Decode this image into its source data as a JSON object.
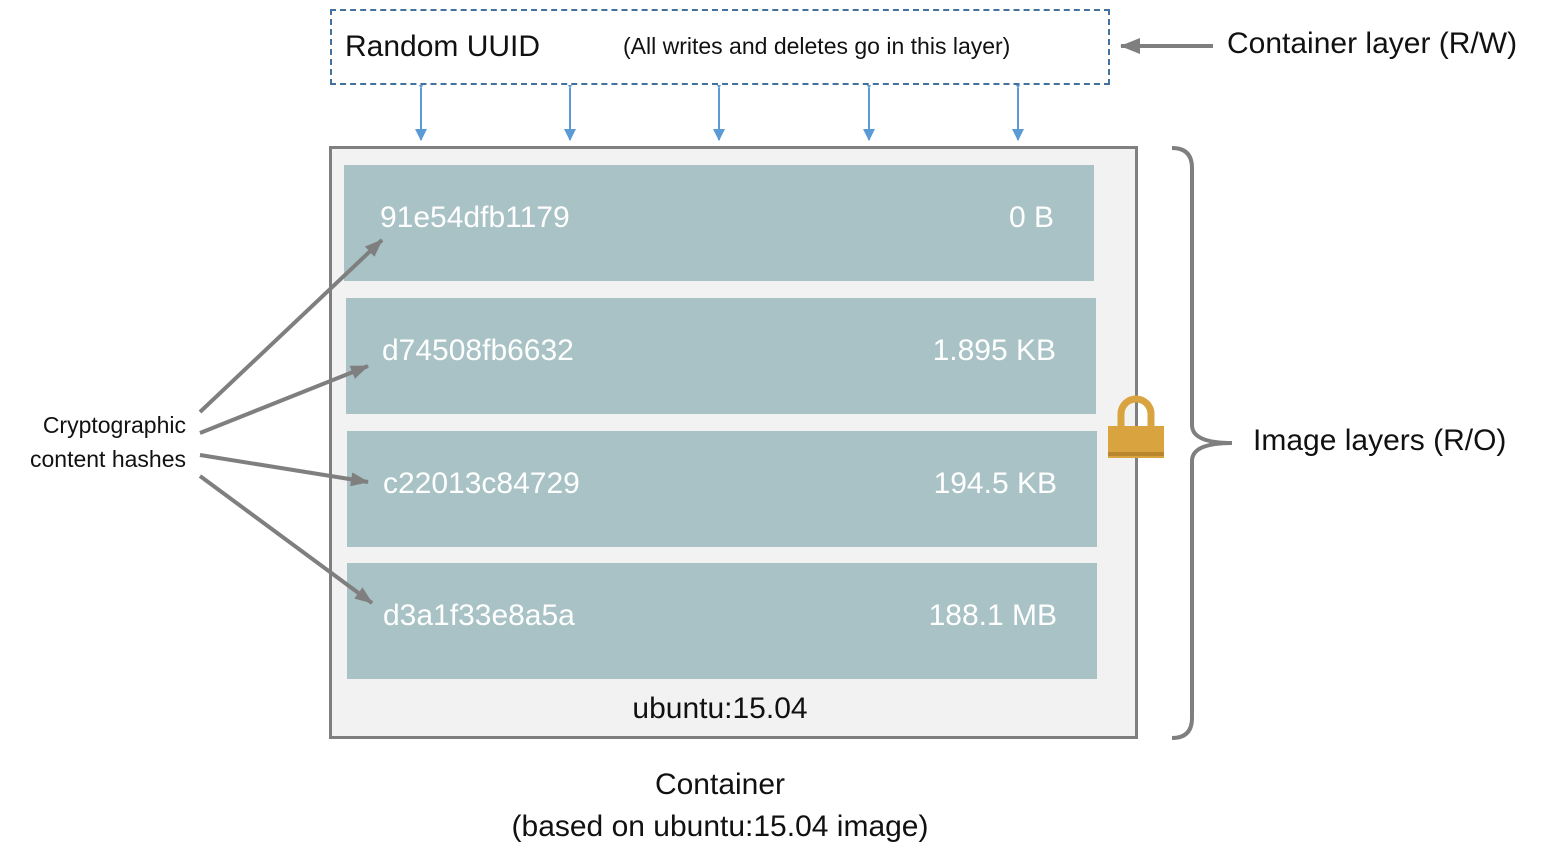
{
  "container_layer": {
    "id": "Random UUID",
    "note": "(All writes and deletes go in this layer)",
    "label": "Container layer (R/W)"
  },
  "image_layers": [
    {
      "hash": "91e54dfb1179",
      "size": "0 B"
    },
    {
      "hash": "d74508fb6632",
      "size": "1.895 KB"
    },
    {
      "hash": "c22013c84729",
      "size": "194.5 KB"
    },
    {
      "hash": "d3a1f33e8a5a",
      "size": "188.1 MB"
    }
  ],
  "image_name": "ubuntu:15.04",
  "image_layers_label": "Image layers (R/O)",
  "hashes_label": {
    "line1": "Cryptographic",
    "line2": "content hashes"
  },
  "container": {
    "title": "Container",
    "subtitle": "(based on ubuntu:15.04 image)"
  },
  "colors": {
    "layer_fill": "#a8c2c5",
    "dashed_border": "#41719c",
    "rw_arrows": "#5b9bd5",
    "pointer_arrows": "#7f7f7f",
    "lock": "#d9a440"
  },
  "icons": [
    "lock-icon"
  ]
}
